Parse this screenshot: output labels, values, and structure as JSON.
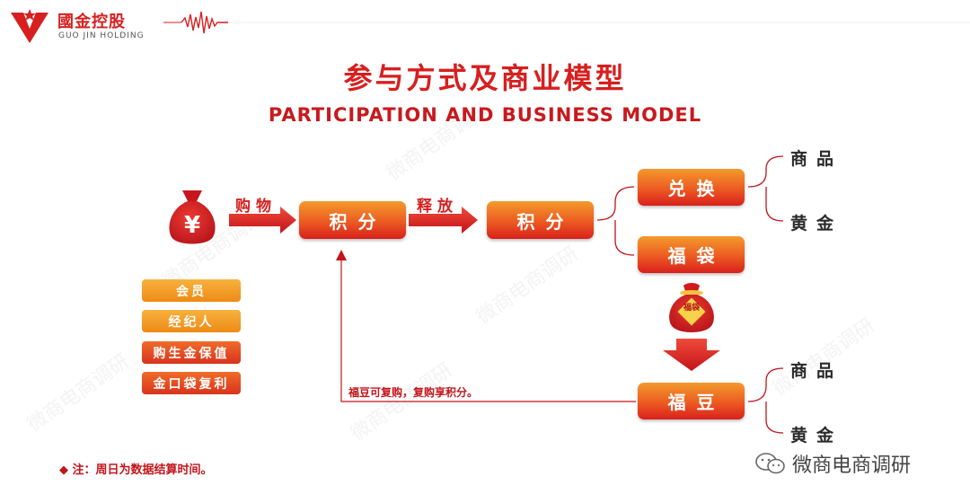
{
  "logo": {
    "cn": "國金控股",
    "en": "GUO JIN HOLDING"
  },
  "title": {
    "cn": "参与方式及商业模型",
    "en": "PARTICIPATION AND BUSINESS MODEL"
  },
  "flow": {
    "shop_label": "购物",
    "release_label": "释放",
    "points1": "积分",
    "points2": "积分",
    "exchange": "兑换",
    "lucky_bag": "福袋",
    "fudou": "福豆",
    "goods_1": "商品",
    "gold_1": "黄金",
    "goods_2": "商品",
    "gold_2": "黄金",
    "loop_note": "福豆可复购，复购享积分。",
    "bag_text": "福袋"
  },
  "roles": [
    "会员",
    "经纪人",
    "购生金保值",
    "金口袋复利"
  ],
  "footnote": "注：周日为数据结算时间。",
  "wechat_account": "微商电商调研",
  "colors": {
    "accent": "#d71f1f",
    "orange": "#f39a2c"
  }
}
